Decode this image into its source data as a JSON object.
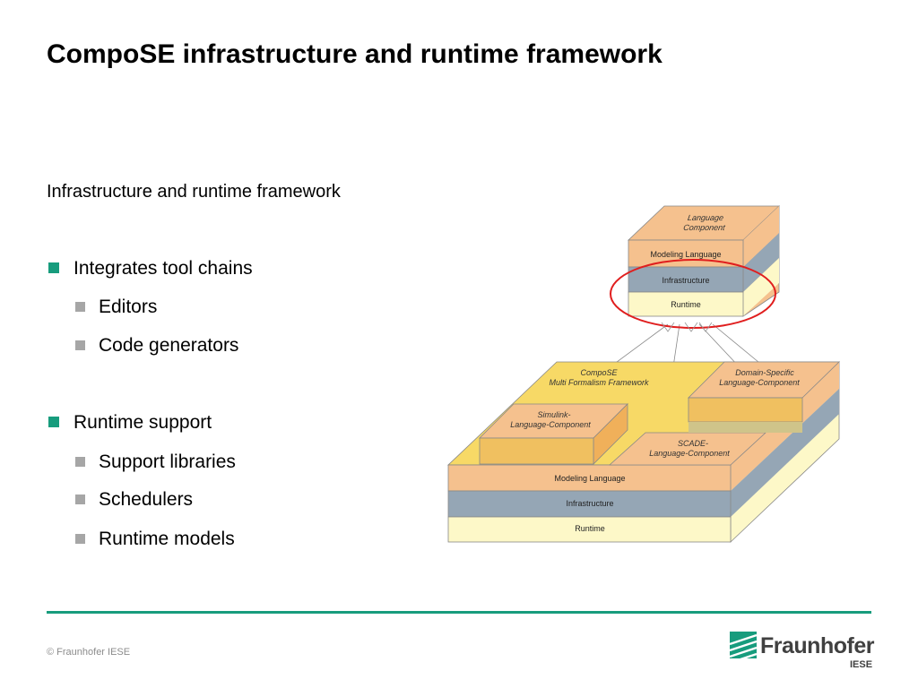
{
  "slide": {
    "title": "CompoSE infrastructure and runtime framework",
    "subtitle": "Infrastructure and runtime framework",
    "bullets": [
      {
        "text": "Integrates tool chains",
        "sub": [
          "Editors",
          "Code generators"
        ]
      },
      {
        "text": "Runtime support",
        "sub": [
          "Support libraries",
          "Schedulers",
          "Runtime models"
        ]
      }
    ]
  },
  "diagram": {
    "top_block": {
      "component": [
        "Language",
        "Component"
      ],
      "modeling": "Modeling Language",
      "infrastructure": "Infrastructure",
      "runtime": "Runtime"
    },
    "bottom_block": {
      "framework": [
        "CompoSE",
        "Multi Formalism Framework"
      ],
      "simulink": [
        "Simulink-",
        "Language-Component"
      ],
      "scade": [
        "SCADE-",
        "Language-Component"
      ],
      "dsl": [
        "Domain-Specific",
        "Language-Component"
      ],
      "modeling": "Modeling Language",
      "infrastructure": "Infrastructure",
      "runtime": "Runtime"
    },
    "colors": {
      "orange": "#f5c18e",
      "steel": "#95a6b5",
      "cream": "#fdf8c8",
      "yellow": "#f7d966",
      "highlight": "#e01e1e"
    }
  },
  "footer": {
    "copyright": "© Fraunhofer IESE",
    "logo_text": "Fraunhofer",
    "logo_sub": "IESE",
    "rule_color": "#179c7d"
  }
}
